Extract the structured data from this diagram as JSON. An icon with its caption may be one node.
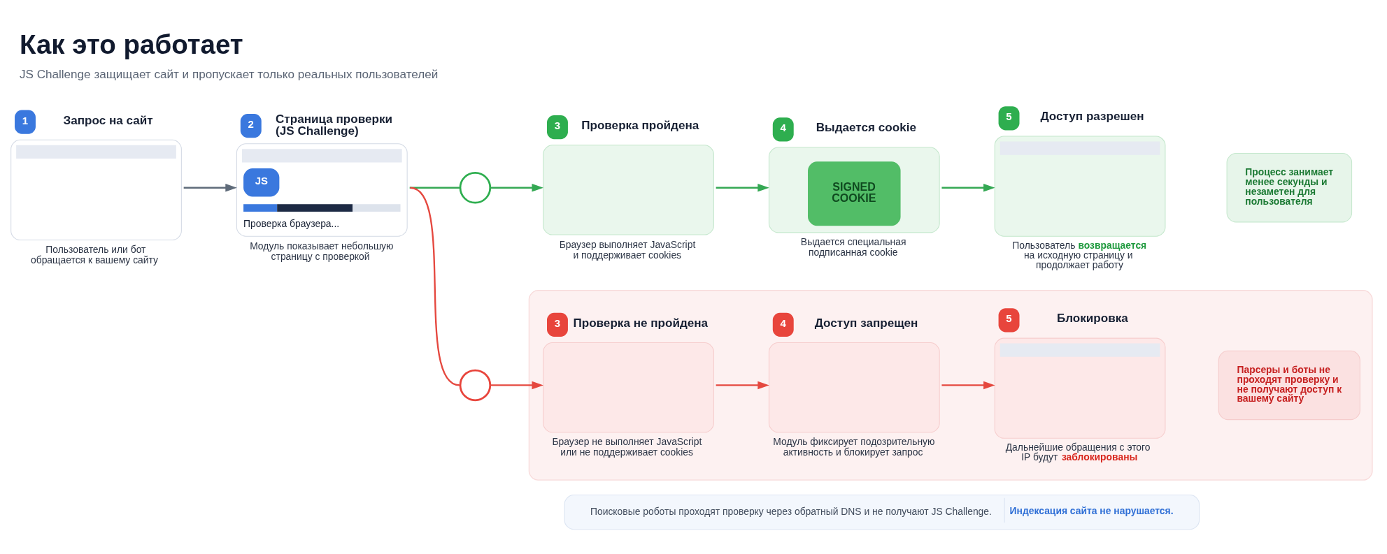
{
  "diagram": {
    "title": "Как это работает",
    "caption": "JS Challenge защищает сайт и пропускает только реальных пользователей",
    "nodes": [
      {
        "text": [
          "1",
          "Запрос на сайт"
        ],
        "beside": [
          "Пользователь или бот обращается к вашему сайту"
        ]
      },
      {
        "text": [
          "2",
          "Страница проверки (JS Challenge)",
          "JS",
          "Проверка браузера..."
        ],
        "beside": [
          "Модуль показывает небольшую страницу с проверкой"
        ]
      },
      {
        "text": [],
        "shape": "circle"
      },
      {
        "text": [
          "3",
          "Проверка пройдена"
        ],
        "beside": [
          "Браузер выполняет JavaScript и поддерживает cookies"
        ]
      },
      {
        "text": [
          "4",
          "Выдается cookie",
          "SIGNED COOKIE"
        ],
        "beside": [
          "Выдается специальная подписанная cookie"
        ]
      },
      {
        "text": [
          "5",
          "Доступ разрешен"
        ],
        "beside": [
          "Пользователь **возвращается** на исходную страницу и продолжает работу"
        ]
      },
      {
        "text": [
          "Процесс занимает менее секунды и незаметен для пользователя"
        ]
      },
      {
        "text": [],
        "shape": "circle"
      },
      {
        "text": [],
        "shape": "box"
      },
      {
        "text": [
          "3",
          "Проверка не пройдена"
        ],
        "beside": [
          "Браузер не выполняет JavaScript или не поддерживает cookies"
        ],
        "in": 8
      },
      {
        "text": [
          "4",
          "Доступ запрещен"
        ],
        "beside": [
          "Модуль фиксирует подозрительную активность и блокирует запрос"
        ],
        "in": 8
      },
      {
        "text": [
          "5",
          "Блокировка"
        ],
        "beside": [
          "Дальнейшие обращения с этого IP будут **заблокированы**"
        ],
        "in": 8
      },
      {
        "text": [
          "Парсеры и боты не проходят проверку и не получают доступ к вашему сайту"
        ],
        "in": 8
      },
      {
        "text": [
          "Поисковые роботы проходят проверку через обратный DNS и не получают JS Challenge.",
          "Индексация сайта не нарушается."
        ]
      }
    ],
    "edges": [
      {
        "from": 0,
        "to": 1,
        "arrow": "to",
        "color": "#5f6b7a"
      },
      {
        "from": 1,
        "to": 2,
        "arrow": "none",
        "color": "#34a853"
      },
      {
        "from": 1,
        "to": 7,
        "arrow": "none",
        "color": "#e5483f"
      },
      {
        "from": 2,
        "to": 3,
        "arrow": "to",
        "color": "#34a853"
      },
      {
        "from": 3,
        "to": 4,
        "arrow": "to",
        "color": "#34a853"
      },
      {
        "from": 4,
        "to": 5,
        "arrow": "to",
        "color": "#34a853"
      },
      {
        "from": 7,
        "to": 9,
        "arrow": "to",
        "color": "#e5483f"
      },
      {
        "from": 9,
        "to": 10,
        "arrow": "to",
        "color": "#e5483f"
      },
      {
        "from": 10,
        "to": 11,
        "arrow": "to",
        "color": "#e5483f"
      }
    ]
  }
}
